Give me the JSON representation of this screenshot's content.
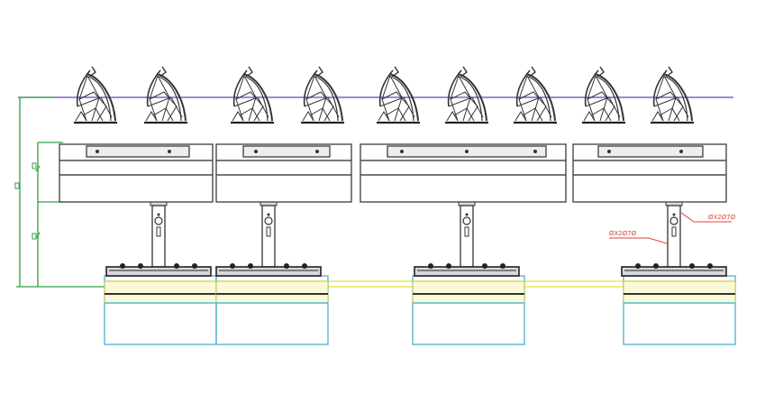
{
  "drawing": {
    "annotations": [
      {
        "id": "callout-right",
        "text": "ØX2Ø7Ø"
      },
      {
        "id": "callout-left",
        "text": "ØX2Ø7Ø"
      }
    ],
    "dimension_labels": [
      "",
      "",
      ""
    ],
    "colors": {
      "background": "#ffffff",
      "profile": "#333333",
      "outline": "#4a4a4a",
      "dimension": "#2ea043",
      "reference_line": "#6a3fc0",
      "base_outline": "#5ab4d6",
      "base_band": "#e9e85a",
      "callout": "#e0443a"
    }
  }
}
